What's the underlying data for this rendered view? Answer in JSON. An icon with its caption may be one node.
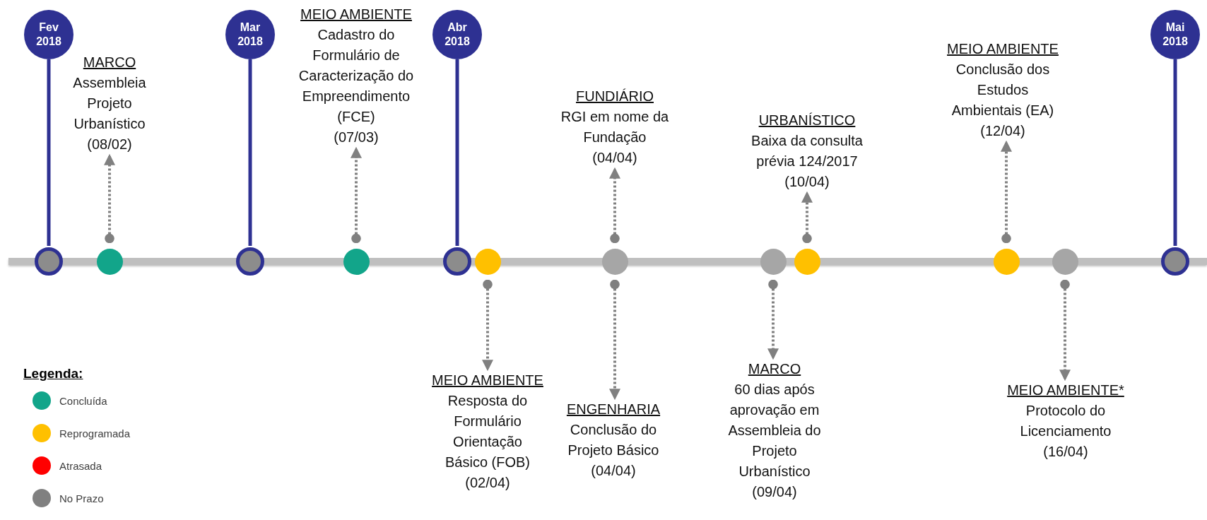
{
  "diagram": {
    "nodes": [
      {
        "text": [
          "Fev 2018"
        ]
      },
      {
        "text": [],
        "shape": "circle"
      },
      {
        "text": [
          "MARCO",
          "Assembleia Projeto Urbanístico",
          "(08/02)"
        ]
      },
      {
        "text": [],
        "shape": "circle"
      },
      {
        "text": [
          "Mar 2018"
        ]
      },
      {
        "text": [],
        "shape": "circle"
      },
      {
        "text": [
          "MEIO AMBIENTE",
          "Cadastro do Formulário de Caracterização do Empreendimento (FCE)",
          "(07/03)"
        ]
      },
      {
        "text": [],
        "shape": "circle"
      },
      {
        "text": [
          "Abr 2018"
        ]
      },
      {
        "text": [],
        "shape": "circle"
      },
      {
        "text": [],
        "shape": "circle"
      },
      {
        "text": [
          "MEIO AMBIENTE",
          "Resposta do Formulário Orientação Básico (FOB)",
          "(02/04)"
        ]
      },
      {
        "text": [
          "FUNDIÁRIO",
          "RGI em nome da Fundação",
          "(04/04)"
        ]
      },
      {
        "text": [],
        "shape": "circle"
      },
      {
        "text": [
          "ENGENHARIA",
          "Conclusão do Projeto Básico",
          "(04/04)"
        ]
      },
      {
        "text": [],
        "shape": "circle"
      },
      {
        "text": [
          "MARCO",
          "60 dias após aprovação em Assembleia do Projeto Urbanístico",
          "(09/04)"
        ]
      },
      {
        "text": [
          "URBANÍSTICO",
          "Baixa da consulta prévia 124/2017",
          "(10/04)"
        ]
      },
      {
        "text": [],
        "shape": "circle"
      },
      {
        "text": [
          "MEIO AMBIENTE",
          "Conclusão dos Estudos Ambientais (EA)",
          "(12/04)"
        ]
      },
      {
        "text": [],
        "shape": "circle"
      },
      {
        "text": [],
        "shape": "circle"
      },
      {
        "text": [
          "MEIO AMBIENTE*",
          "Protocolo do Licenciamento",
          "(16/04)"
        ]
      },
      {
        "text": [
          "Mai 2018"
        ]
      },
      {
        "text": [],
        "shape": "circle"
      }
    ],
    "edges": [
      {
        "from": 0,
        "to": 1,
        "arrow": "none",
        "color": "#2e3192"
      },
      {
        "from": 3,
        "to": 2,
        "arrow": "to",
        "style": "dashed"
      },
      {
        "from": 4,
        "to": 5,
        "arrow": "none",
        "color": "#2e3192"
      },
      {
        "from": 7,
        "to": 6,
        "arrow": "to",
        "style": "dashed"
      },
      {
        "from": 8,
        "to": 9,
        "arrow": "none",
        "color": "#2e3192"
      },
      {
        "from": 10,
        "to": 11,
        "arrow": "to",
        "style": "dashed"
      },
      {
        "from": 13,
        "to": 12,
        "arrow": "to",
        "style": "dashed"
      },
      {
        "from": 13,
        "to": 14,
        "arrow": "to",
        "style": "dashed"
      },
      {
        "from": 15,
        "to": 16,
        "arrow": "to",
        "style": "dashed"
      },
      {
        "from": 18,
        "to": 17,
        "arrow": "to",
        "style": "dashed"
      },
      {
        "from": 20,
        "to": 19,
        "arrow": "to",
        "style": "dashed"
      },
      {
        "from": 21,
        "to": 22,
        "arrow": "to",
        "style": "dashed"
      },
      {
        "from": 23,
        "to": 24,
        "arrow": "none",
        "color": "#2e3192"
      }
    ],
    "labels": [
      "Legenda:"
    ],
    "legend": [
      {
        "text": "Concluída",
        "color": "#12a58a"
      },
      {
        "text": "Reprogramada",
        "color": "#ffc000"
      },
      {
        "text": "Atrasada",
        "color": "#ff0000"
      },
      {
        "text": "No Prazo",
        "color": "#808080"
      }
    ]
  }
}
